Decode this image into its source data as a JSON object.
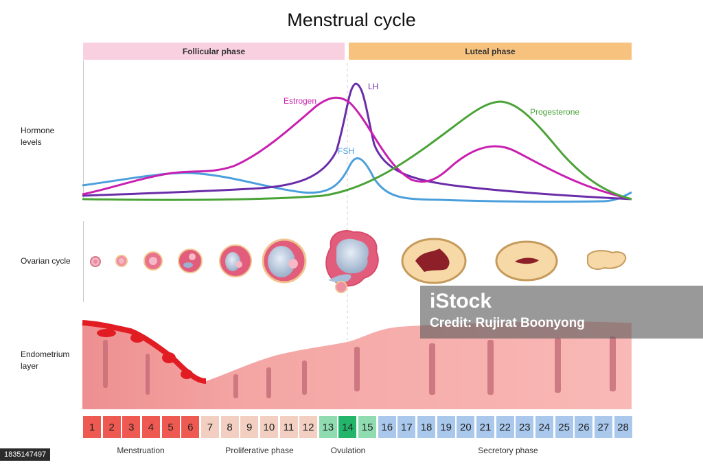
{
  "title": "Menstrual cycle",
  "phases": {
    "follicular": "Follicular phase",
    "luteal": "Luteal phase"
  },
  "row_labels": {
    "hormone": "Hormone levels",
    "ovarian": "Ovarian cycle",
    "endometrium": "Endometrium layer"
  },
  "hormones": {
    "estrogen": {
      "label": "Estrogen",
      "color": "#c81fb0"
    },
    "lh": {
      "label": "LH",
      "color": "#6a2ca8"
    },
    "fsh": {
      "label": "FSH",
      "color": "#4b9fdc"
    },
    "progesterone": {
      "label": "Progesterone",
      "color": "#4aa337"
    }
  },
  "days": [
    {
      "n": "1",
      "phase": "menstruation"
    },
    {
      "n": "2",
      "phase": "menstruation"
    },
    {
      "n": "3",
      "phase": "menstruation"
    },
    {
      "n": "4",
      "phase": "menstruation"
    },
    {
      "n": "5",
      "phase": "menstruation"
    },
    {
      "n": "6",
      "phase": "menstruation"
    },
    {
      "n": "7",
      "phase": "proliferative"
    },
    {
      "n": "8",
      "phase": "proliferative"
    },
    {
      "n": "9",
      "phase": "proliferative"
    },
    {
      "n": "10",
      "phase": "proliferative"
    },
    {
      "n": "11",
      "phase": "proliferative"
    },
    {
      "n": "12",
      "phase": "proliferative"
    },
    {
      "n": "13",
      "phase": "ovulation-near"
    },
    {
      "n": "14",
      "phase": "ovulation"
    },
    {
      "n": "15",
      "phase": "ovulation-near"
    },
    {
      "n": "16",
      "phase": "secretory"
    },
    {
      "n": "17",
      "phase": "secretory"
    },
    {
      "n": "18",
      "phase": "secretory"
    },
    {
      "n": "19",
      "phase": "secretory"
    },
    {
      "n": "20",
      "phase": "secretory"
    },
    {
      "n": "21",
      "phase": "secretory"
    },
    {
      "n": "22",
      "phase": "secretory"
    },
    {
      "n": "23",
      "phase": "secretory"
    },
    {
      "n": "24",
      "phase": "secretory"
    },
    {
      "n": "25",
      "phase": "secretory"
    },
    {
      "n": "26",
      "phase": "secretory"
    },
    {
      "n": "27",
      "phase": "secretory"
    },
    {
      "n": "28",
      "phase": "secretory"
    }
  ],
  "phase_colors": {
    "menstruation": "#ee5a52",
    "proliferative": "#f2cfc0",
    "ovulation-near": "#8fdcb0",
    "ovulation": "#23b56a",
    "secretory": "#a9c8ec"
  },
  "bottom_labels": {
    "menstruation": "Menstruation",
    "proliferative": "Proliferative phase",
    "ovulation": "Ovulation",
    "secretory": "Secretory phase"
  },
  "watermark": {
    "brand": "iStock",
    "credit": "Credit: Rujirat Boonyong"
  },
  "image_id": "1835147497"
}
